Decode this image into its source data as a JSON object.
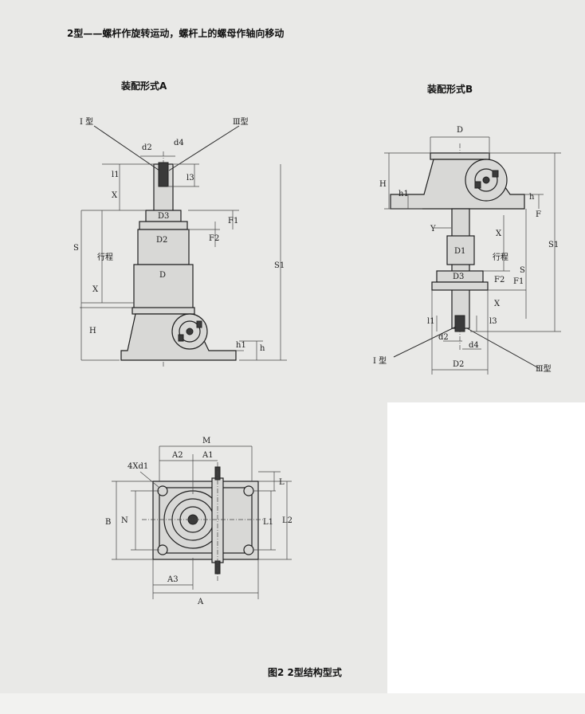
{
  "header": {
    "title": "2型——螺杆作旋转运动，螺杆上的螺母作轴向移动"
  },
  "assembly_a": {
    "title": "装配形式A",
    "labels": {
      "type1": "I 型",
      "type3": "Ⅲ型",
      "d2": "d2",
      "d4": "d4",
      "l1": "l1",
      "l3": "l3",
      "X_top": "X",
      "D3": "D3",
      "F1": "F1",
      "F2": "F2",
      "D2": "D2",
      "S": "S",
      "stroke": "行程",
      "D": "D",
      "X_bottom": "X",
      "S1": "S1",
      "H": "H",
      "h1": "h1",
      "h": "h"
    }
  },
  "assembly_b": {
    "title": "装配形式B",
    "labels": {
      "D": "D",
      "H": "H",
      "h1": "h1",
      "h": "h",
      "F": "F",
      "Y": "Y",
      "X_top": "X",
      "D1": "D1",
      "stroke": "行程",
      "S": "S",
      "S1": "S1",
      "D3": "D3",
      "F2": "F2",
      "F1": "F1",
      "X_bottom": "X",
      "l1": "l1",
      "l3": "l3",
      "d2": "d2",
      "d4": "d4",
      "type1": "I 型",
      "D2": "D2",
      "type3": "Ⅲ型"
    }
  },
  "plan_view": {
    "labels": {
      "M": "M",
      "A2": "A2",
      "A1": "A1",
      "holes": "4Xd1",
      "L": "L",
      "B": "B",
      "N": "N",
      "L1": "L1",
      "L2": "L2",
      "A3": "A3",
      "A": "A"
    }
  },
  "caption": {
    "text": "图2   2型结构型式"
  }
}
